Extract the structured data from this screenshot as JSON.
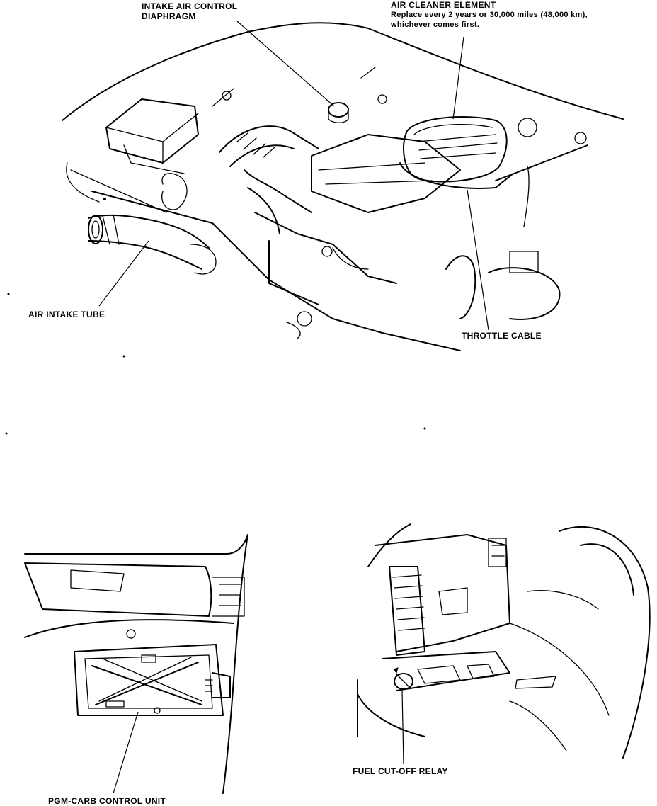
{
  "labels": {
    "intake_air_control_line1": "INTAKE AIR CONTROL",
    "intake_air_control_line2": "DIAPHRAGM",
    "air_cleaner_title": "AIR CLEANER ELEMENT",
    "air_cleaner_note1": "Replace every 2 years or 30,000 miles (48,000 km),",
    "air_cleaner_note2": "whichever comes first.",
    "air_intake_tube": "AIR INTAKE TUBE",
    "throttle_cable": "THROTTLE CABLE",
    "pgm_carb_control_unit": "PGM-CARB CONTROL UNIT",
    "fuel_cut_off_relay": "FUEL CUT-OFF RELAY"
  },
  "colors": {
    "ink": "#000000",
    "paper": "#ffffff"
  }
}
